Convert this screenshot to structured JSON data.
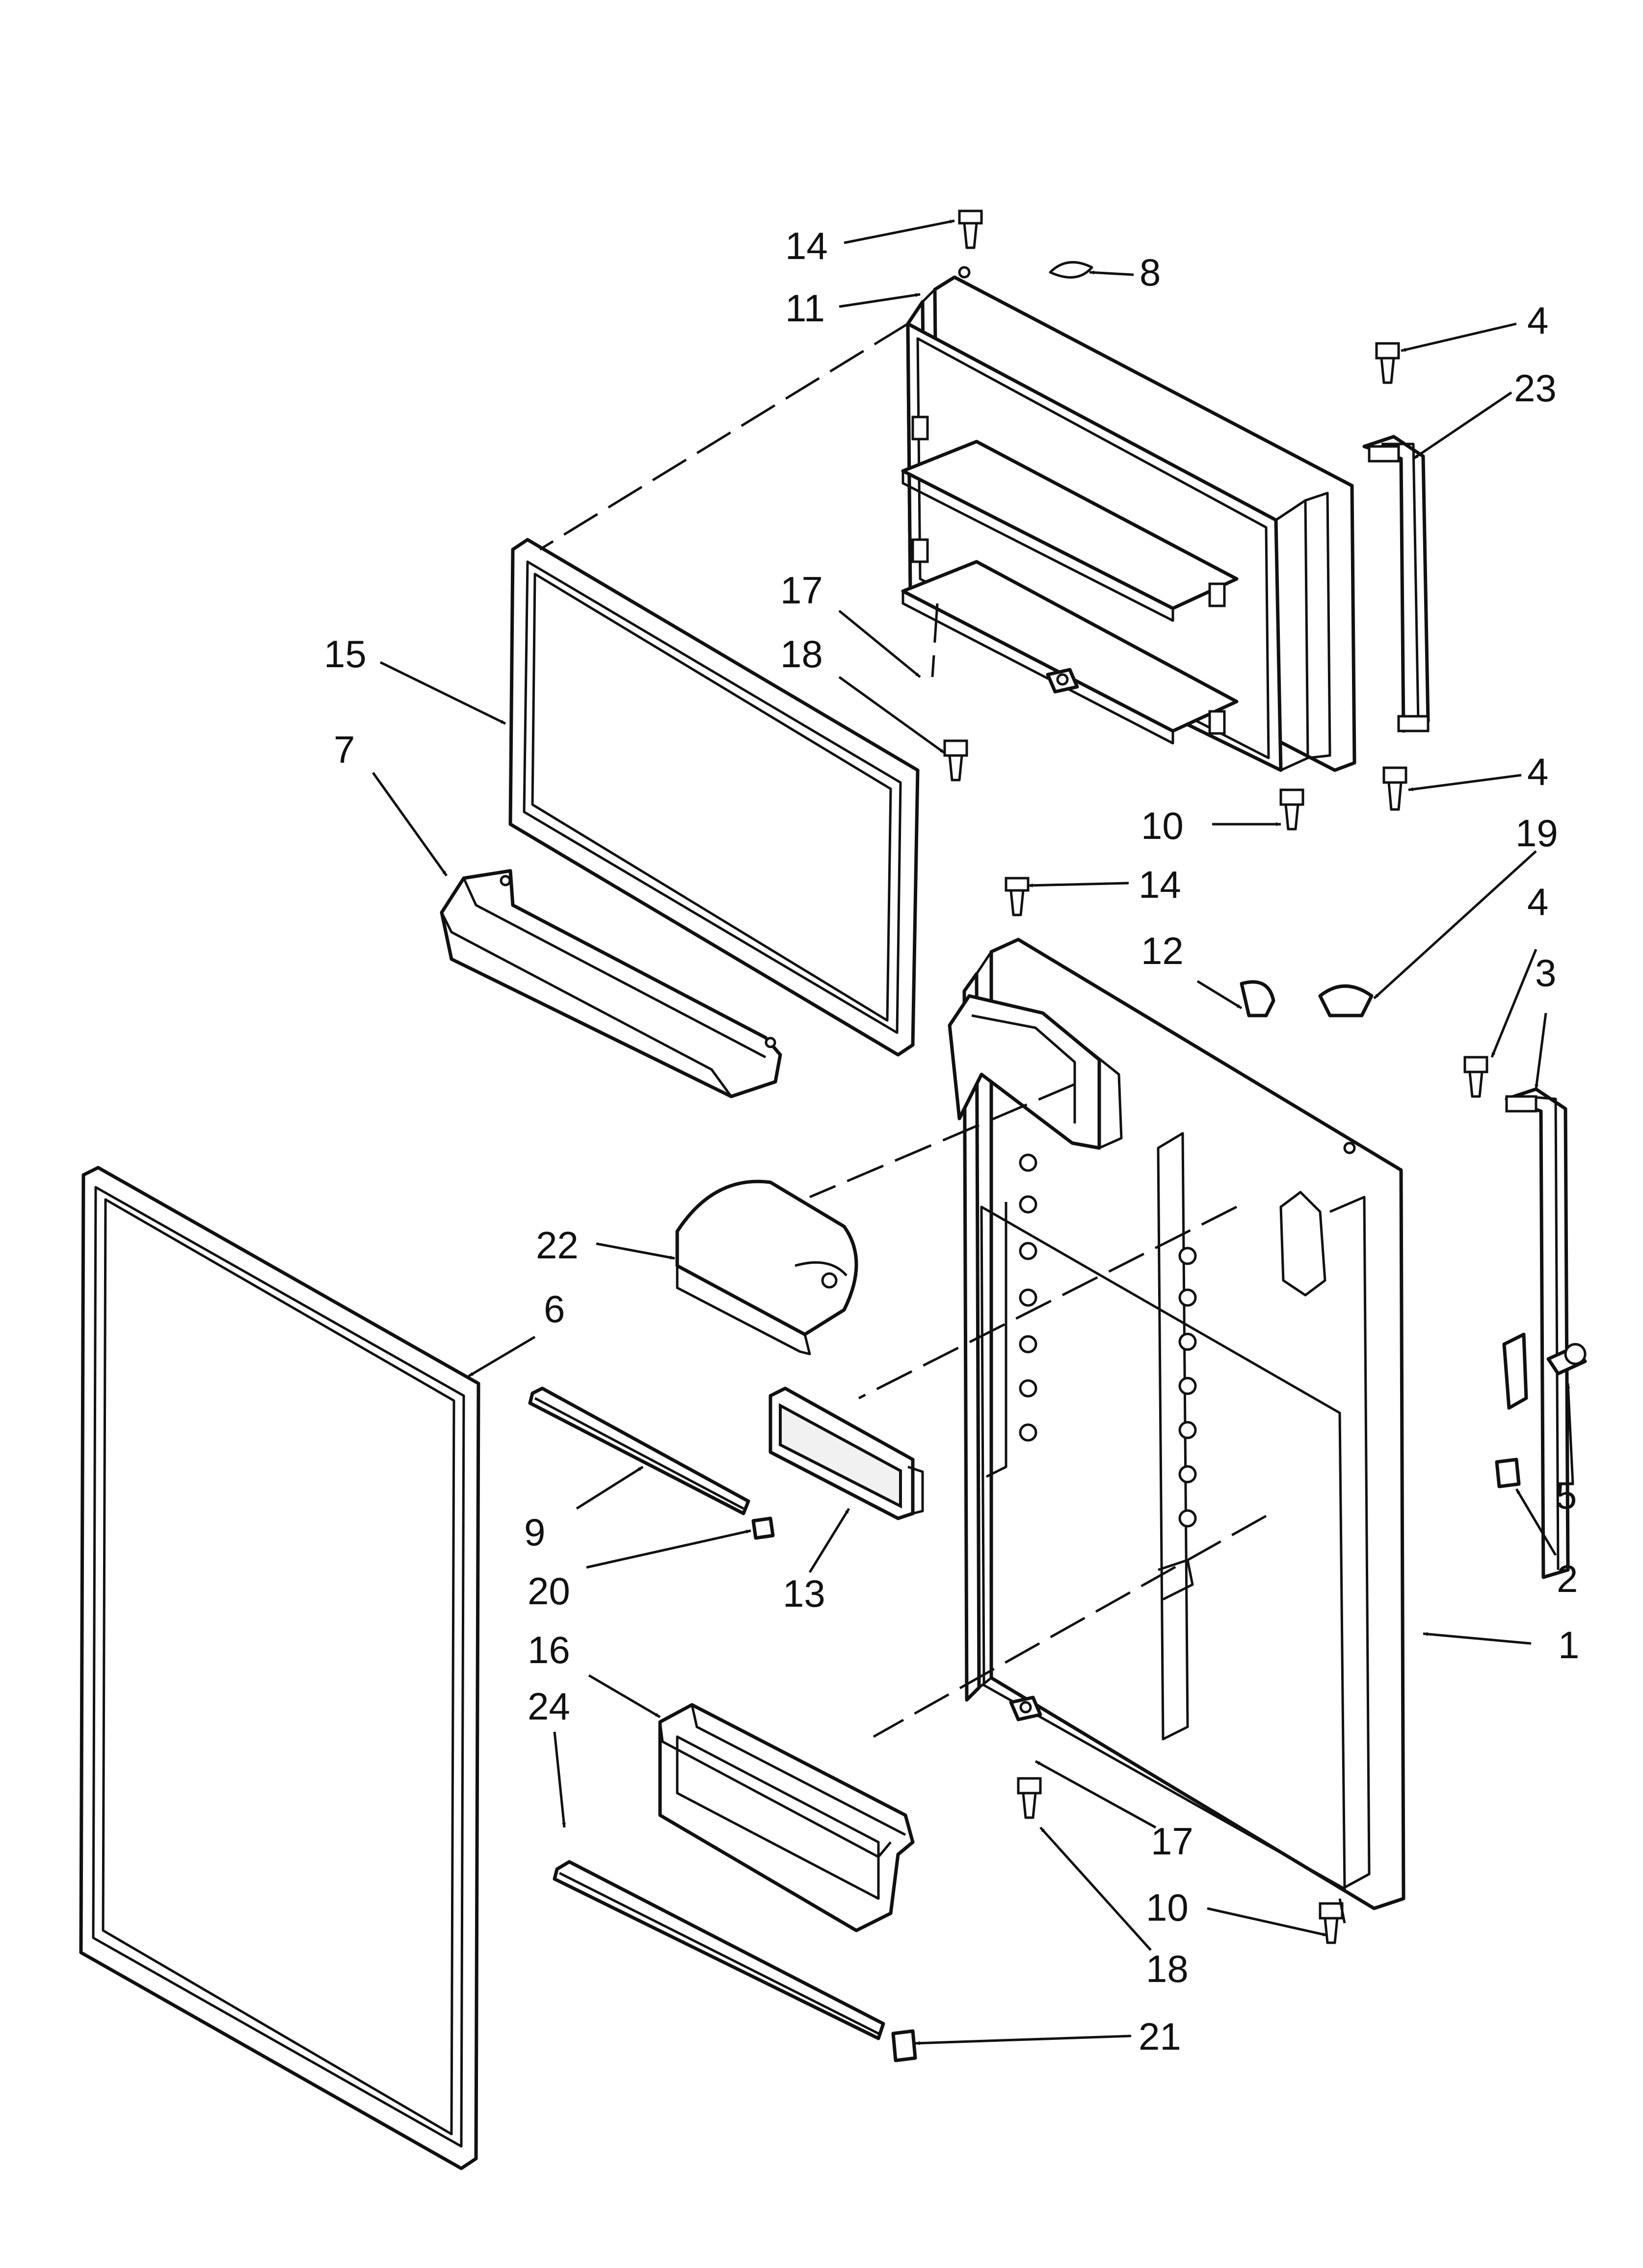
{
  "callouts": [
    {
      "id": "c14a",
      "text": "14"
    },
    {
      "id": "c11",
      "text": "11"
    },
    {
      "id": "c8",
      "text": "8"
    },
    {
      "id": "c4a",
      "text": "4"
    },
    {
      "id": "c23",
      "text": "23"
    },
    {
      "id": "c17a",
      "text": "17"
    },
    {
      "id": "c18a",
      "text": "18"
    },
    {
      "id": "c15",
      "text": "15"
    },
    {
      "id": "c7",
      "text": "7"
    },
    {
      "id": "c4b",
      "text": "4"
    },
    {
      "id": "c10a",
      "text": "10"
    },
    {
      "id": "c14b",
      "text": "14"
    },
    {
      "id": "c19",
      "text": "19"
    },
    {
      "id": "c12",
      "text": "12"
    },
    {
      "id": "c4c",
      "text": "4"
    },
    {
      "id": "c3",
      "text": "3"
    },
    {
      "id": "c22",
      "text": "22"
    },
    {
      "id": "c6",
      "text": "6"
    },
    {
      "id": "c9",
      "text": "9"
    },
    {
      "id": "c20",
      "text": "20"
    },
    {
      "id": "c13",
      "text": "13"
    },
    {
      "id": "c5",
      "text": "5"
    },
    {
      "id": "c2",
      "text": "2"
    },
    {
      "id": "c1",
      "text": "1"
    },
    {
      "id": "c16",
      "text": "16"
    },
    {
      "id": "c24",
      "text": "24"
    },
    {
      "id": "c17b",
      "text": "17"
    },
    {
      "id": "c10b",
      "text": "10"
    },
    {
      "id": "c18b",
      "text": "18"
    },
    {
      "id": "c21",
      "text": "21"
    }
  ]
}
